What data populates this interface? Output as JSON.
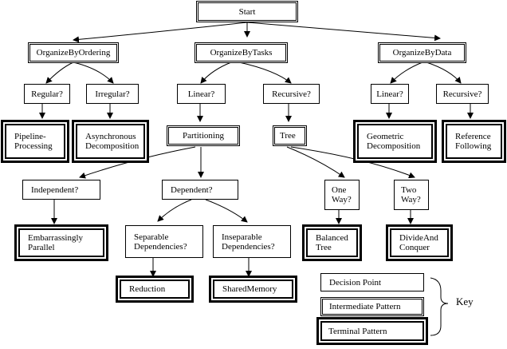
{
  "nodes": {
    "start": "Start",
    "organize_by_ordering": "OrganizeByOrdering",
    "organize_by_tasks": "OrganizeByTasks",
    "organize_by_data": "OrganizeByData",
    "regular": "Regular?",
    "irregular": "Irregular?",
    "tasks_linear": "Linear?",
    "tasks_recursive": "Recursive?",
    "data_linear": "Linear?",
    "data_recursive": "Recursive?",
    "pipeline_processing": "Pipeline-\nProcessing",
    "asynchronous_decomposition": "Asynchronous\nDecomposition",
    "partitioning": "Partitioning",
    "tree": "Tree",
    "geometric_decomposition": "Geometric\nDecomposition",
    "reference_following": "Reference\nFollowing",
    "independent": "Independent?",
    "dependent": "Dependent?",
    "one_way": "One\nWay?",
    "two_way": "Two\nWay?",
    "embarrassingly_parallel": "Embarrassingly\nParallel",
    "separable_dependencies": "Separable\nDependencies?",
    "inseparable_dependencies": "Inseparable\nDependencies?",
    "balanced_tree": "Balanced\nTree",
    "divide_and_conquer": "DivideAnd\nConquer",
    "reduction": "Reduction",
    "shared_memory": "SharedMemory"
  },
  "key": {
    "decision_point": "Decision Point",
    "intermediate_pattern": "Intermediate Pattern",
    "terminal_pattern": "Terminal Pattern",
    "title": "Key"
  }
}
